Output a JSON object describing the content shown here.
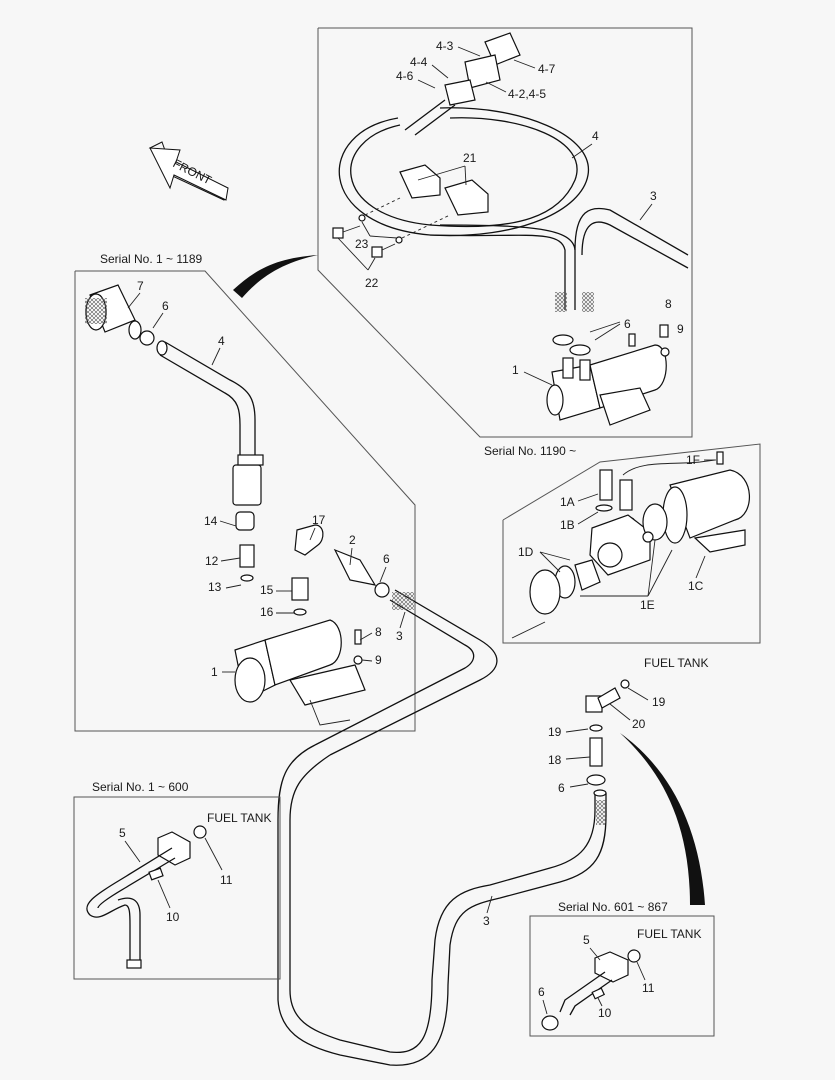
{
  "diagram": {
    "title": "Fuel pump / fuel line parts diagram",
    "front_arrow": "FRONT",
    "sections": {
      "upper_right": {
        "caption": "",
        "labels": [
          "4-3",
          "4-4",
          "4-6",
          "4-7",
          "4-2,4-5",
          "4",
          "21",
          "3",
          "23",
          "22",
          "6",
          "8",
          "9",
          "1"
        ]
      },
      "serial_1_1189": {
        "caption": "Serial No. 1 ~  1189",
        "labels": [
          "7",
          "6",
          "4",
          "14",
          "12",
          "13",
          "17",
          "2",
          "6",
          "15",
          "16",
          "3",
          "8",
          "9",
          "1"
        ]
      },
      "serial_1190": {
        "caption": "Serial No. 1190 ~",
        "labels": [
          "1F",
          "1A",
          "1B",
          "1D",
          "1C",
          "1E"
        ]
      },
      "fuel_tank_connection": {
        "caption": "FUEL TANK",
        "labels": [
          "19",
          "20",
          "19",
          "18",
          "6",
          "3"
        ]
      },
      "serial_1_600": {
        "caption": "Serial No. 1 ~ 600",
        "tank_label": "FUEL TANK",
        "labels": [
          "5",
          "11",
          "10"
        ]
      },
      "serial_601_867": {
        "caption": "Serial No. 601 ~  867",
        "tank_label": "FUEL TANK",
        "labels": [
          "5",
          "11",
          "6",
          "10"
        ]
      }
    }
  }
}
